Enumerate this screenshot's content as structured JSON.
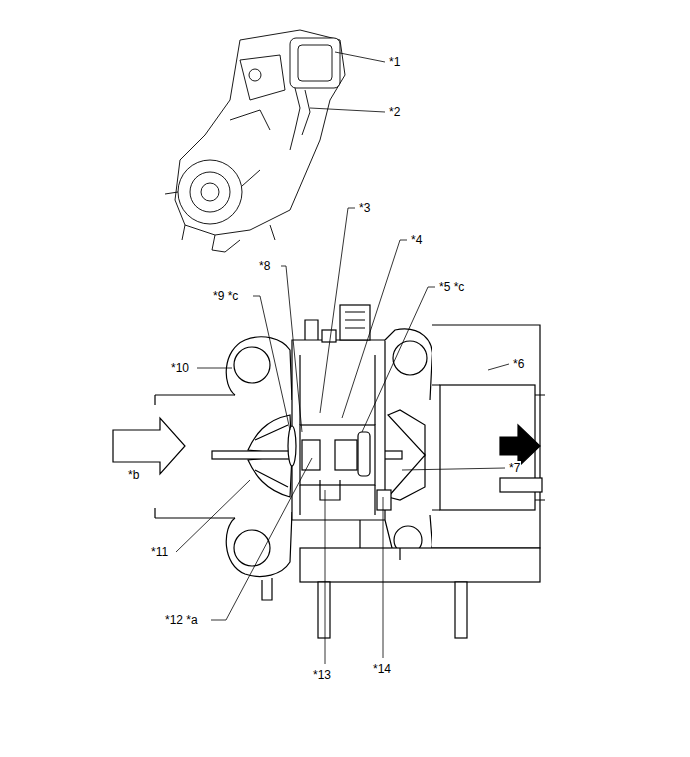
{
  "diagram": {
    "labels": [
      "*1",
      "*2",
      "*3",
      "*4",
      "*8",
      "*9 *c",
      "*5 *c",
      "*10",
      "*6",
      "*b",
      "*7",
      "*11",
      "*12 *a",
      "*13",
      "*14"
    ]
  }
}
